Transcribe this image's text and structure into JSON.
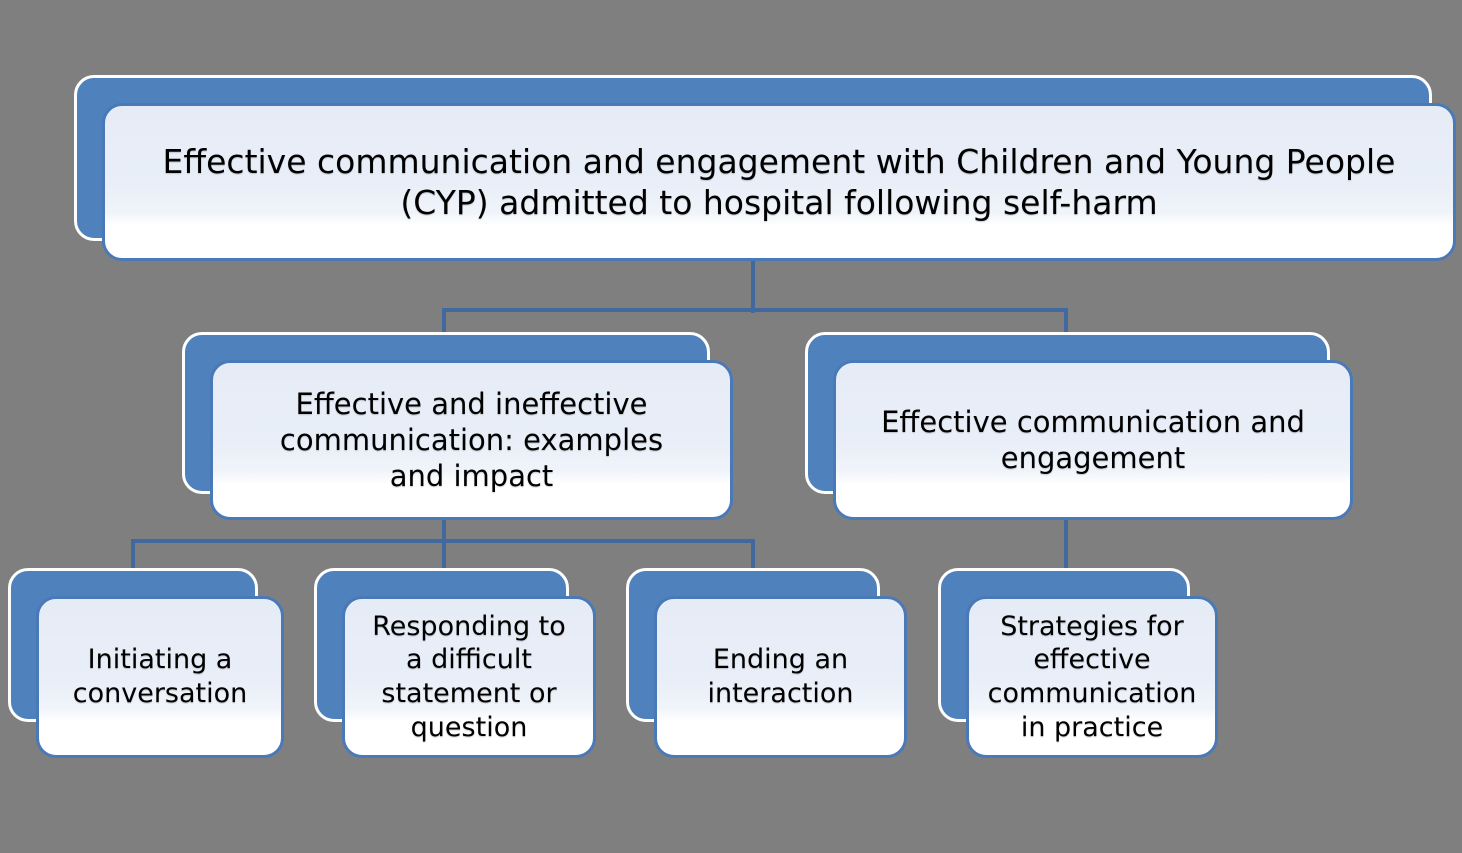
{
  "diagram": {
    "type": "hierarchy",
    "background_color": "#7F7F7F",
    "colors": {
      "node_back_fill": "#4F81BD",
      "node_back_outline": "#FFFFFF",
      "node_front_fill_top": "#E6ECF6",
      "node_front_fill_bottom": "#FFFFFF",
      "node_front_border": "#4A79B8",
      "connector": "#41699E",
      "text": "#000000"
    },
    "nodes": {
      "root": {
        "label": "Effective communication and engagement with Children and Young People (CYP) admitted to hospital following self-harm",
        "children": [
          "branch_left",
          "branch_right"
        ]
      },
      "branch_left": {
        "label": "Effective and ineffective communication:  examples and impact",
        "children": [
          "leaf_initiating",
          "leaf_responding",
          "leaf_ending"
        ]
      },
      "branch_right": {
        "label": "Effective communication and engagement",
        "children": [
          "leaf_strategies"
        ]
      },
      "leaf_initiating": {
        "label": "Initiating a conversation",
        "children": []
      },
      "leaf_responding": {
        "label": "Responding to a difficult statement or question",
        "children": []
      },
      "leaf_ending": {
        "label": "Ending an interaction",
        "children": []
      },
      "leaf_strategies": {
        "label": "Strategies for effective communication in practice",
        "children": []
      }
    }
  }
}
